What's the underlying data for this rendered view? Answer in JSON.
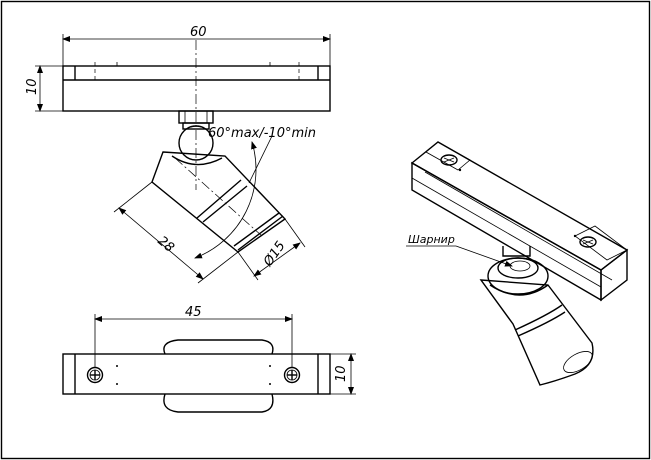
{
  "dimensions": {
    "front_width": "60",
    "front_height": "10",
    "angle_range": "60°max/-10°min",
    "lamp_length": "28",
    "lamp_diameter": "Ø15",
    "top_width": "45",
    "top_height": "10"
  },
  "callouts": {
    "hinge": "Шарнир"
  }
}
